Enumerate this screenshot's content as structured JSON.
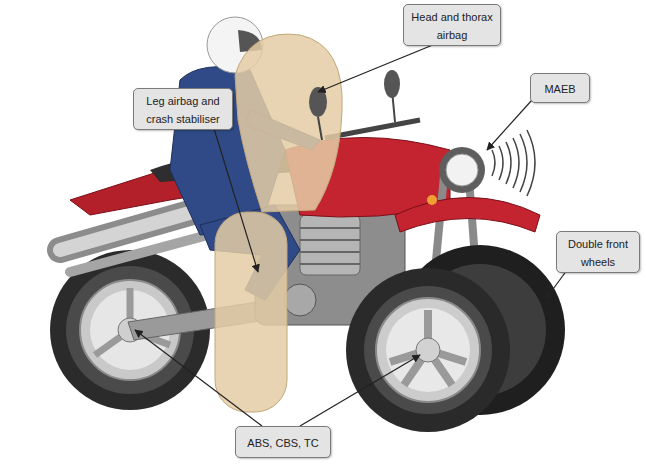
{
  "diagram": {
    "nodes": [
      {
        "text": [
          "Head and thorax airbag"
        ]
      },
      {
        "text": [
          "Leg airbag and crash stabiliser"
        ]
      },
      {
        "text": [
          "MAEB"
        ]
      },
      {
        "text": [
          "Double front wheels"
        ]
      },
      {
        "text": [
          "ABS, CBS, TC"
        ]
      }
    ]
  }
}
